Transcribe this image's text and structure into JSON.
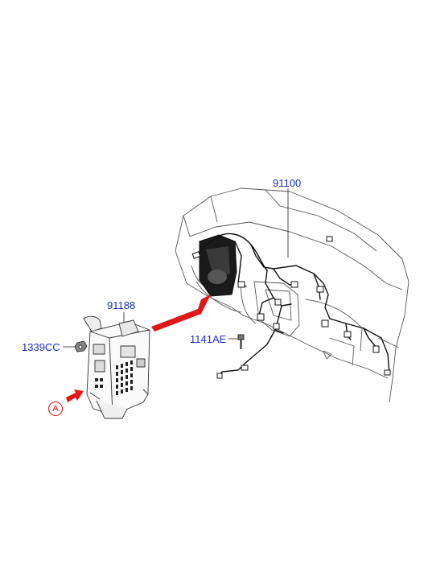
{
  "callouts": {
    "harness_main": "91100",
    "junction_box": "91188",
    "nut": "1339CC",
    "bolt": "1141AE"
  },
  "reference_marker": "A",
  "colors": {
    "callout_text": "#1a2fb8",
    "pointer_arrow": "#e01818",
    "line_art": "#333333",
    "wiring": "#111111"
  }
}
